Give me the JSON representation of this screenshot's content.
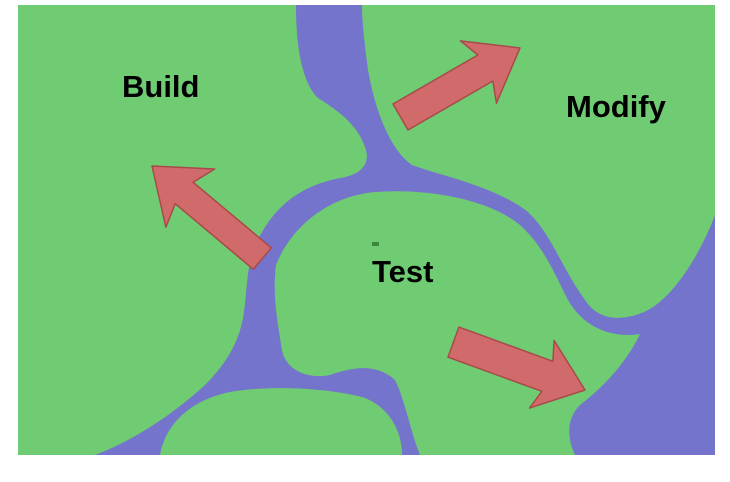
{
  "labels": {
    "build": "Build",
    "modify": "Modify",
    "test": "Test"
  },
  "colors": {
    "land": "#70cc72",
    "water": "#7474cc",
    "arrow_fill": "#d16a6a",
    "arrow_stroke": "#a74a4a",
    "background": "#ffffff"
  }
}
